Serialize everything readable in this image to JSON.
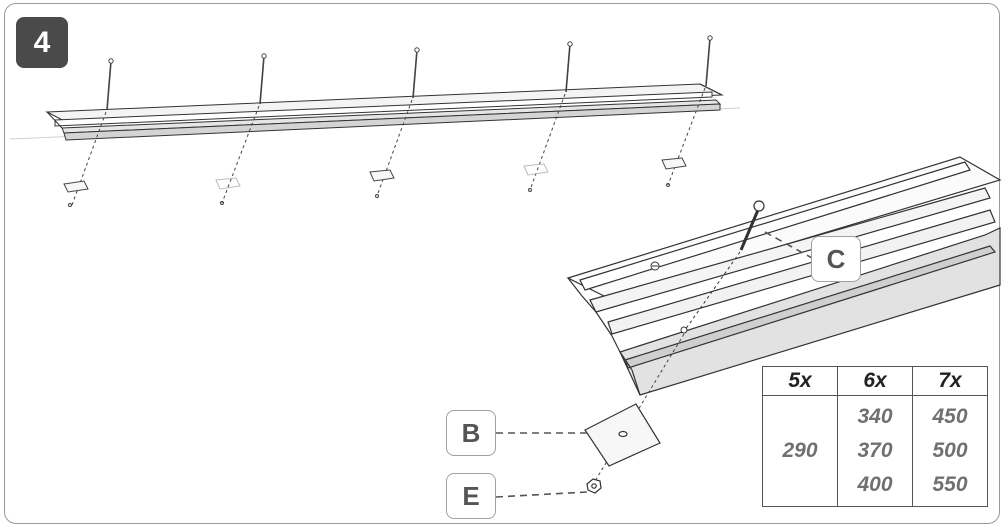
{
  "step": {
    "number": "4"
  },
  "callouts": {
    "c": "C",
    "b": "B",
    "e": "E"
  },
  "quantity_table": {
    "headers": [
      "5x",
      "6x",
      "7x"
    ],
    "col_5x": [
      "290"
    ],
    "col_6x": [
      "340",
      "370",
      "400"
    ],
    "col_7x": [
      "450",
      "500",
      "550"
    ]
  }
}
